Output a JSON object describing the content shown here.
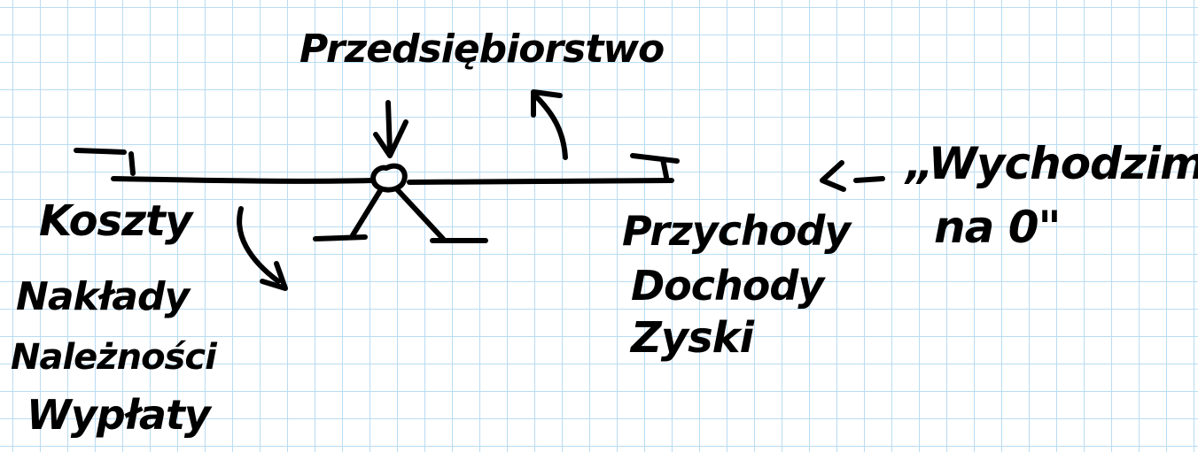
{
  "title": "Przedsiębiorstwo",
  "left_items": [
    "Koszty",
    "Nakłady",
    "Należności",
    "Wypłaty"
  ],
  "right_items": [
    "Przychody",
    "Dochody",
    "Zyski"
  ],
  "note": {
    "line1": "„Wychodzimy",
    "line2": "na 0\""
  },
  "colors": {
    "ink": "#000000",
    "grid": "#b9dcf3",
    "paper": "#ffffff"
  }
}
